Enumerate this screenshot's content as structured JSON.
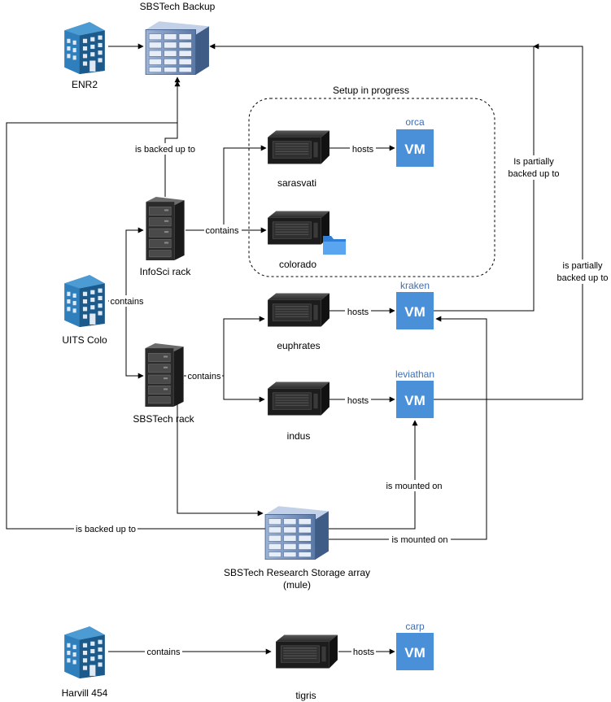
{
  "diagram": {
    "group_title": "Setup in progress",
    "buildings": {
      "enr2": "ENR2",
      "uits": "UITS Colo",
      "harvill": "Harvill 454"
    },
    "storage": {
      "backup": "SBSTech Backup",
      "array_line1": "SBSTech Research Storage array",
      "array_line2": "(mule)"
    },
    "racks": {
      "infosci": "InfoSci rack",
      "sbstech": "SBSTech rack"
    },
    "servers": {
      "sarasvati": "sarasvati",
      "colorado": "colorado",
      "euphrates": "euphrates",
      "indus": "indus",
      "tigris": "tigris"
    },
    "vms": {
      "badge": "VM",
      "orca": "orca",
      "kraken": "kraken",
      "leviathan": "leviathan",
      "carp": "carp"
    },
    "edges": {
      "contains": "contains",
      "hosts": "hosts",
      "is_backed_up_to": "is backed up to",
      "partially_line1": "Is partially",
      "partially_line2": "backed up to",
      "partially_b_line1": "is partially",
      "partially_b_line2": "backed up to",
      "is_mounted_on": "is mounted on"
    },
    "colors": {
      "vm_fill": "#4a90d9",
      "vm_name": "#3d6fb6",
      "building": "#1f5f8f",
      "server": "#1e1e1e",
      "storage": "#6f8db8",
      "folder": "#3d8fe0"
    }
  }
}
